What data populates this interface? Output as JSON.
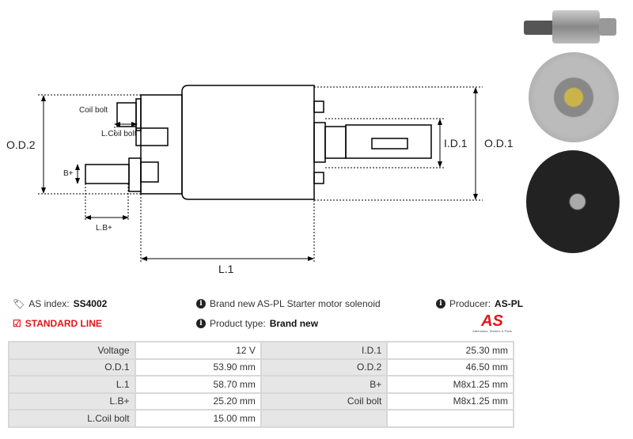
{
  "diagram": {
    "labels": {
      "od2": "O.D.2",
      "od1": "O.D.1",
      "id1": "I.D.1",
      "l1": "L.1",
      "lb": "L.B+",
      "bplus": "B+",
      "coil": "Coil bolt",
      "lcoil": "L.Coil bolt"
    }
  },
  "info": {
    "as_index_label": "AS index:",
    "as_index": "SS4002",
    "line": "STANDARD LINE",
    "description": "Brand new AS-PL Starter motor solenoid",
    "product_type_label": "Product type:",
    "product_type": "Brand new",
    "producer_label": "Producer:",
    "producer": "AS-PL",
    "logo_text": "AS",
    "logo_tagline": "Alternators, Starters & Parts"
  },
  "colors": {
    "accent": "#e3161b",
    "label_bg": "#e6e6e6"
  },
  "specs": [
    [
      "Voltage",
      "12 V",
      "I.D.1",
      "25.30 mm"
    ],
    [
      "O.D.1",
      "53.90 mm",
      "O.D.2",
      "46.50 mm"
    ],
    [
      "L.1",
      "58.70 mm",
      "B+",
      "M8x1.25 mm"
    ],
    [
      "L.B+",
      "25.20 mm",
      "Coil bolt",
      "M8x1.25 mm"
    ],
    [
      "L.Coil bolt",
      "15.00 mm",
      "",
      ""
    ]
  ]
}
